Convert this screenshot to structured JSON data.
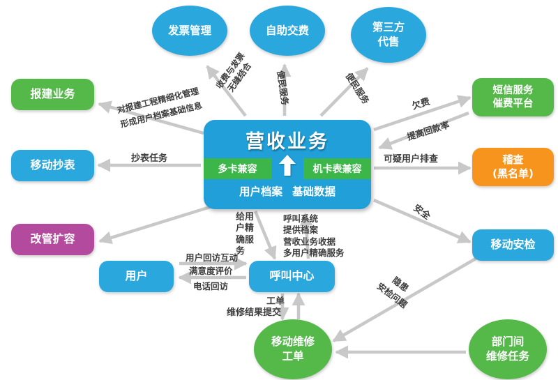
{
  "colors": {
    "node_blue": "#2aa7dd",
    "node_green": "#55b94a",
    "node_purple": "#b44a9e",
    "node_orange": "#f7941e",
    "center_blue": "#209fd9",
    "stripe_green": "#3cb549",
    "arrow_gray": "#c8c8c8",
    "label_text": "#3d3d3d",
    "node_text": "#ffffff",
    "background": "#ffffff"
  },
  "center": {
    "title": "营收业务",
    "stripe_left": "多卡兼容",
    "stripe_right": "机卡表兼容",
    "footer_left": "用户档案",
    "footer_right": "基础数据"
  },
  "nodes": {
    "invoice": {
      "label": "发票管理"
    },
    "self_service_pay": {
      "label": "自助交费"
    },
    "third_party_sales": {
      "label": "第三方\n代售"
    },
    "construction_reg": {
      "label": "报建业务"
    },
    "mobile_meter_reading": {
      "label": "移动抄表"
    },
    "pipe_expansion": {
      "label": "改管扩容"
    },
    "sms_platform": {
      "label": "短信服务\n催费平台"
    },
    "inspection_blacklist": {
      "label": "稽查\n(黑名单)"
    },
    "mobile_safety_check": {
      "label": "移动安检"
    },
    "user": {
      "label": "用户"
    },
    "call_center": {
      "label": "呼叫中心"
    },
    "mobile_repair_order": {
      "label": "移动维修\n工单"
    },
    "interdept_repair": {
      "label": "部门间\n维修任务"
    }
  },
  "edge_labels": {
    "invoice_link": "收费与发票\n无缝结合",
    "self_pay_link": "便民服务",
    "third_party_link": "便民服务",
    "construction_link": "对报建工程精细化管理\n形成用户档案基础信息",
    "meter_link": "抄表任务",
    "arrears": "欠费",
    "collection_rate": "提高回款率",
    "suspicious_users": "可疑用户排查",
    "safety": "安全",
    "precise_service": "给用户精确服务",
    "call_system_info": "呼叫系统\n提供档案\n营收业务收据\n多用户精确服务",
    "user_interaction": "用户回访互动",
    "satisfaction": "满意度评价",
    "phone_callback": "电话回访",
    "work_order": "工单",
    "repair_result": "维修结果提交",
    "hazard": "隐患\n安检问题"
  }
}
